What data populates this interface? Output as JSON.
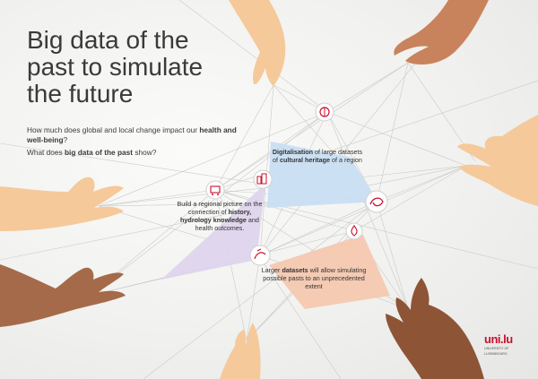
{
  "title": {
    "line1": "Big data of the",
    "line2": "past to simulate",
    "line3": "the future"
  },
  "questions": [
    {
      "pre": "How much does global and local change impact our ",
      "bold": "health and well-being",
      "post": "?"
    },
    {
      "pre": "What does ",
      "bold": "big data of the past",
      "post": " show?"
    }
  ],
  "panels": {
    "blue": {
      "b1": "Digitalisation",
      "t1": " of large datasets of ",
      "b2": "cultural heritage",
      "t2": " of a region"
    },
    "purple": {
      "t1": "Build a regional picture on the connection of ",
      "b1": "history, hydrology knowledge",
      "t2": " and health outcomes."
    },
    "orange": {
      "t1": "Larger ",
      "b1": "datasets",
      "t2": " will allow simulating possible pasts to an unprecedented extent"
    }
  },
  "icons": [
    "brain-icon",
    "buildings-icon",
    "cart-icon",
    "water-wave-icon",
    "data-hand-icon",
    "drop-icon"
  ],
  "logo": {
    "mark": "uni.lu",
    "sub1": "UNIVERSITY OF",
    "sub2": "LUXEMBOURG"
  },
  "colors": {
    "blue_panel": "#c9def3",
    "purple_panel": "#dcd3ea",
    "orange_panel": "#f3c9b3",
    "accent_red": "#c8102e",
    "skin_light": "#f5c99a",
    "skin_dark": "#a56a49"
  }
}
